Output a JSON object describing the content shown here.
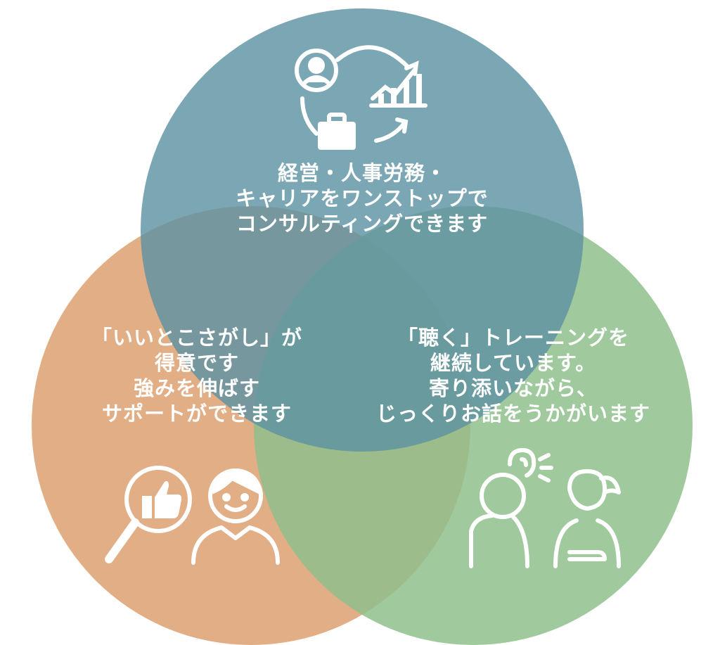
{
  "colors": {
    "top": "#6F9BA8",
    "left": "#E2AE85",
    "right": "#97C695",
    "text": "#FFFFFF"
  },
  "top_circle": {
    "lines": [
      "経営・人事労務・",
      "キャリアをワンストップで",
      "コンサルティングできます"
    ],
    "icon": "person-career-growth-cycle-icon"
  },
  "left_circle": {
    "lines": [
      "「いいとこさがし」が",
      "得意です",
      "強みを伸ばす",
      "サポートができます"
    ],
    "icon": "thumbs-up-magnifier-person-icon"
  },
  "right_circle": {
    "lines": [
      "「聴く」トレーニングを",
      "継続しています。",
      "寄り添いながら、",
      "じっくりお話をうかがいます"
    ],
    "icon": "listening-people-icon"
  }
}
